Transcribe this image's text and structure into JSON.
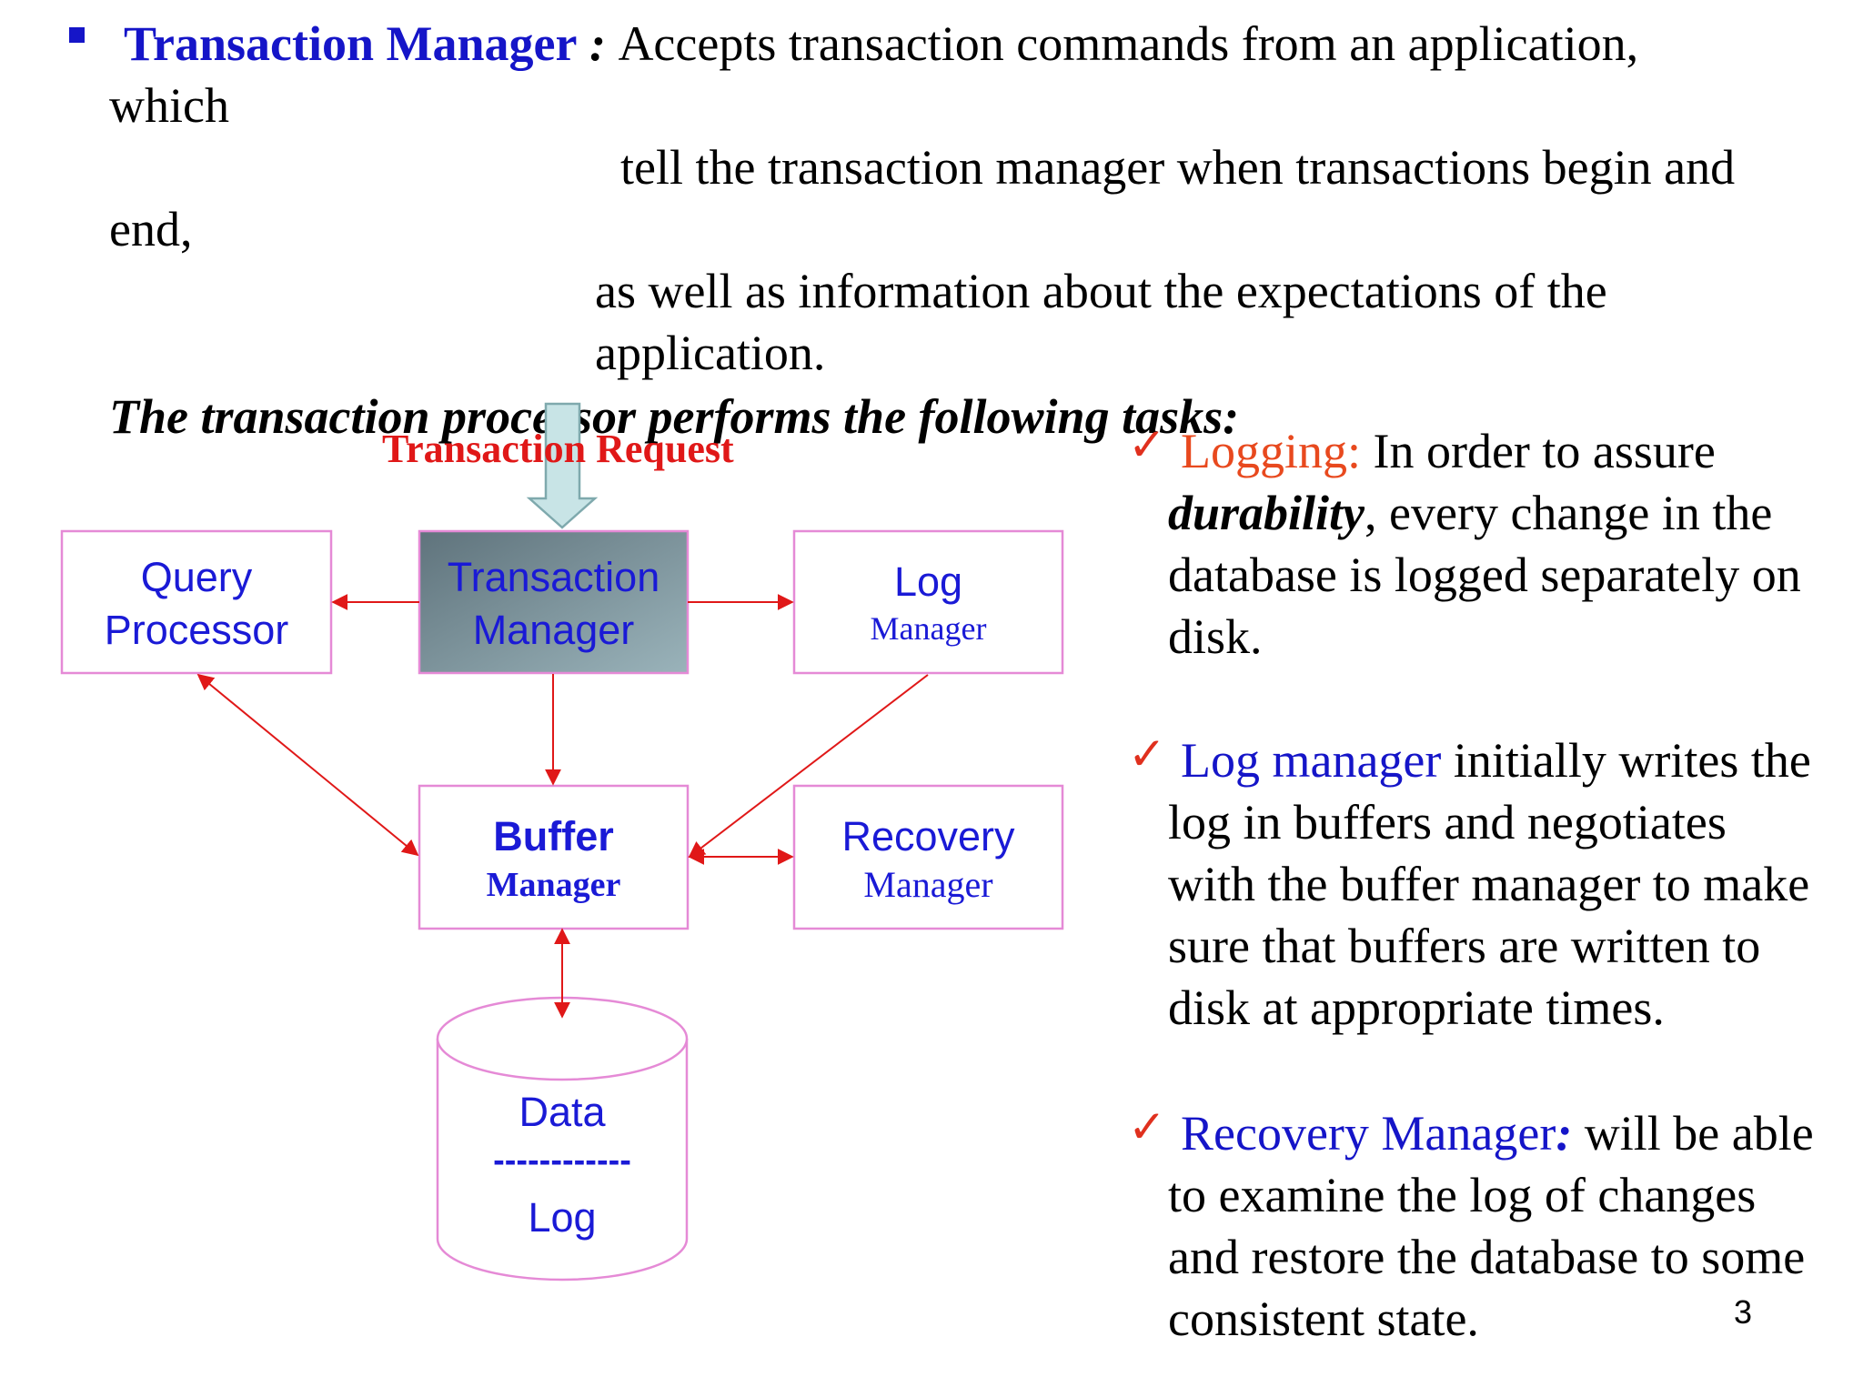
{
  "heading": {
    "title": "Transaction Manager",
    "colon": " : ",
    "line1_rest": "Accepts transaction commands from an application,",
    "line2": "which",
    "line3": "tell the transaction manager when transactions begin and",
    "line4": "end,",
    "line5": "as well as information about the expectations of the",
    "line6": "application."
  },
  "tasks_intro": "The transaction processor performs the following tasks:",
  "diagram": {
    "request_label": "Transaction Request",
    "query_processor": [
      "Query",
      "Processor"
    ],
    "transaction_manager": [
      "Transaction",
      "Manager"
    ],
    "log_manager": [
      "Log",
      "Manager"
    ],
    "buffer_manager": [
      "Buffer",
      "Manager"
    ],
    "recovery_manager": [
      "Recovery",
      "Manager"
    ],
    "storage": {
      "data": "Data",
      "divider": "------------",
      "log": "Log"
    },
    "colors": {
      "arrow": "#e01818",
      "box_border": "#e58ad6",
      "tm_fill": "#6e858f",
      "request_arrow": "#c8e4e6",
      "label_blue": "#1a1ad6"
    }
  },
  "points": [
    {
      "check": "✓",
      "term": "Logging:",
      "lines": [
        "In order to assure",
        "durability",
        ", every change in the",
        "database is logged separately on",
        "disk."
      ]
    },
    {
      "check": "✓",
      "term": "Log manager",
      "lines": [
        "initially writes the",
        "log in buffers and negotiates",
        "with the buffer manager to make",
        "sure that buffers are written to",
        "disk at appropriate times."
      ]
    },
    {
      "check": "✓",
      "term": "Recovery Manager",
      "colon": ":",
      "lines": [
        "will be able",
        "to examine the log of changes",
        "and restore the database to some",
        "consistent state."
      ]
    }
  ],
  "page_number": "3"
}
